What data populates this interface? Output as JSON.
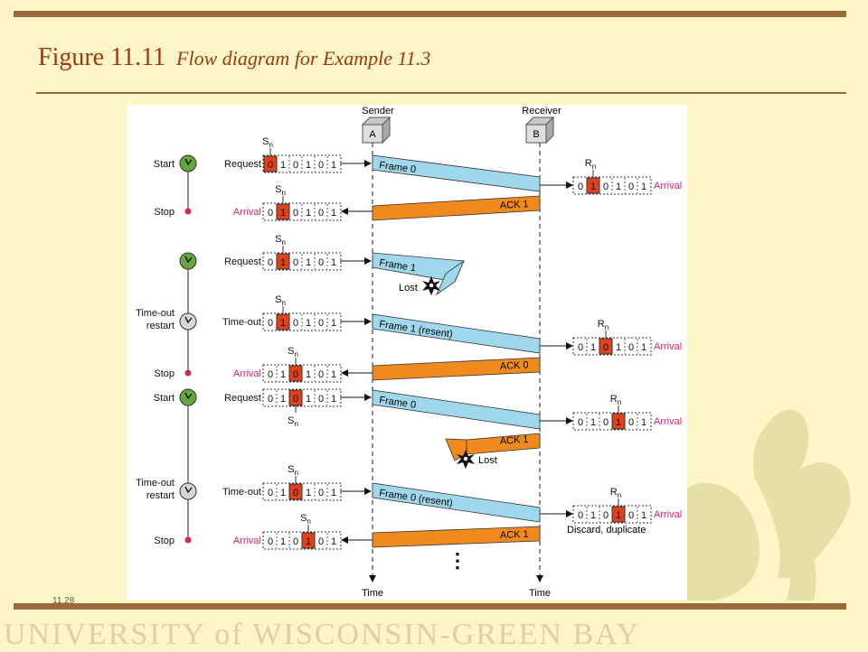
{
  "slide": {
    "figure_number": "Figure 11.11",
    "figure_caption": "Flow diagram for Example 11.3",
    "page_number": "11.28",
    "footer_text": "UNIVERSITY of WISCONSIN-GREEN BAY"
  },
  "diagram": {
    "sender_label": "Sender",
    "sender_box": "A",
    "receiver_label": "Receiver",
    "receiver_box": "B",
    "time_label": "Time",
    "sn": "S",
    "rn": "R",
    "subscript": "n",
    "lost": "Lost",
    "discard_note": "Discard, duplicate",
    "ellipsis": "⋮",
    "colors": {
      "frame": "#9fd8ec",
      "ack": "#f08a1c",
      "highlight": "#e0401c",
      "clock": "#66a640",
      "clock_timeout": "#d6d6d6",
      "dot": "#d4246e",
      "arrival_text": "#d4246e"
    },
    "rows": [
      {
        "event": "Start",
        "clock": "start",
        "action": "Request",
        "bits": [
          "0",
          "1",
          "0",
          "1",
          "0",
          "1"
        ],
        "hl": 0,
        "label": "S",
        "labelPos": "above",
        "arrow": "out"
      },
      {
        "event": "Stop",
        "clock": "stop",
        "action": "Arrival",
        "bits": [
          "0",
          "1",
          "0",
          "1",
          "0",
          "1"
        ],
        "hl": 1,
        "label": "S",
        "labelPos": "above",
        "arrow": "in"
      },
      {
        "event": "",
        "clock": "start",
        "action": "Request",
        "bits": [
          "0",
          "1",
          "0",
          "1",
          "0",
          "1"
        ],
        "hl": 1,
        "label": "S",
        "labelPos": "above",
        "arrow": "out"
      },
      {
        "event": "Time-out restart",
        "clock": "timeout",
        "action": "Time-out",
        "bits": [
          "0",
          "1",
          "0",
          "1",
          "0",
          "1"
        ],
        "hl": 1,
        "label": "S",
        "labelPos": "above",
        "arrow": "out"
      },
      {
        "event": "Stop",
        "clock": "stop",
        "action": "Arrival",
        "bits": [
          "0",
          "1",
          "0",
          "1",
          "0",
          "1"
        ],
        "hl": 2,
        "label": "S",
        "labelPos": "above",
        "arrow": "in"
      },
      {
        "event": "Start",
        "clock": "start",
        "action": "Request",
        "bits": [
          "0",
          "1",
          "0",
          "1",
          "0",
          "1"
        ],
        "hl": 2,
        "label": "S",
        "labelPos": "below",
        "arrow": "out"
      },
      {
        "event": "Time-out restart",
        "clock": "timeout",
        "action": "Time-out",
        "bits": [
          "0",
          "1",
          "0",
          "1",
          "0",
          "1"
        ],
        "hl": 2,
        "label": "S",
        "labelPos": "above",
        "arrow": "out"
      },
      {
        "event": "Stop",
        "clock": "stop",
        "action": "Arrival",
        "bits": [
          "0",
          "1",
          "0",
          "1",
          "0",
          "1"
        ],
        "hl": 3,
        "label": "S",
        "labelPos": "above",
        "arrow": "in"
      }
    ],
    "receiver_rows": [
      {
        "bits": [
          "0",
          "1",
          "0",
          "1",
          "0",
          "1"
        ],
        "hl": 1,
        "label": "R",
        "arrival": "Arrival"
      },
      {
        "bits": [
          "0",
          "1",
          "0",
          "1",
          "0",
          "1"
        ],
        "hl": 2,
        "label": "R",
        "arrival": "Arrival"
      },
      {
        "bits": [
          "0",
          "1",
          "0",
          "1",
          "0",
          "1"
        ],
        "hl": 3,
        "label": "R",
        "arrival": "Arrival"
      },
      {
        "bits": [
          "0",
          "1",
          "0",
          "1",
          "0",
          "1"
        ],
        "hl": 3,
        "label": "R",
        "arrival": "Arrival"
      }
    ],
    "messages": [
      {
        "type": "frame",
        "label": "Frame 0",
        "kind": "delivered"
      },
      {
        "type": "ack",
        "label": "ACK 1",
        "kind": "delivered"
      },
      {
        "type": "frame",
        "label": "Frame 1",
        "kind": "lost"
      },
      {
        "type": "frame",
        "label": "Frame 1 (resent)",
        "kind": "delivered"
      },
      {
        "type": "ack",
        "label": "ACK 0",
        "kind": "delivered"
      },
      {
        "type": "frame",
        "label": "Frame 0",
        "kind": "delivered"
      },
      {
        "type": "ack",
        "label": "ACK 1",
        "kind": "lost"
      },
      {
        "type": "frame",
        "label": "Frame 0 (resent)",
        "kind": "delivered"
      },
      {
        "type": "ack",
        "label": "ACK 1",
        "kind": "delivered"
      }
    ]
  }
}
